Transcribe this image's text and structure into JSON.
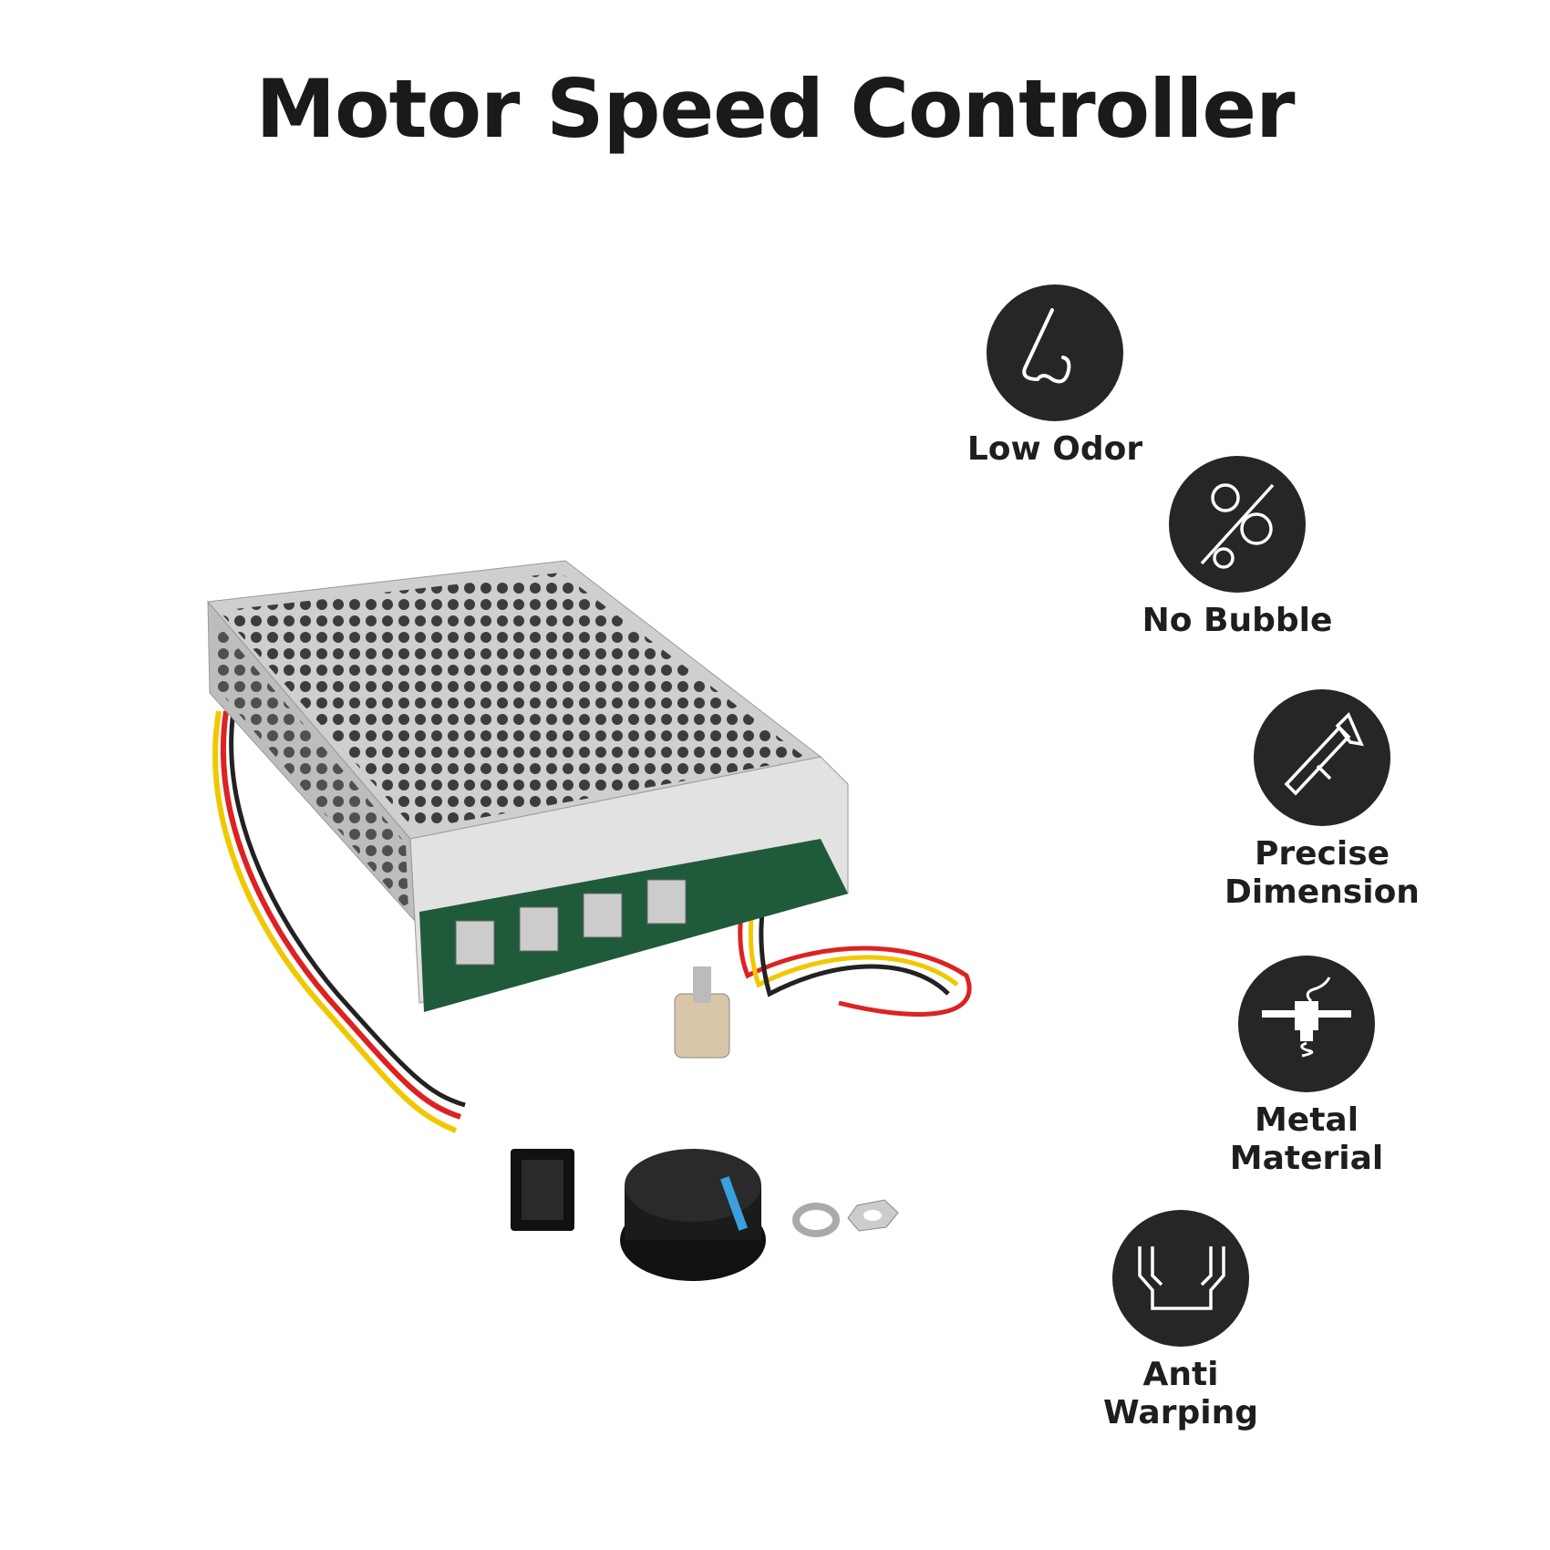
{
  "title": "Motor Speed Controller",
  "features": [
    {
      "icon": "nose-icon",
      "label": "Low Odor"
    },
    {
      "icon": "bubbles-icon",
      "label": "No Bubble"
    },
    {
      "icon": "caliper-icon",
      "label": "Precise Dimension"
    },
    {
      "icon": "extruder-icon",
      "label": "Metal Material"
    },
    {
      "icon": "anti-warping-icon",
      "label": "Anti Warping"
    }
  ],
  "product": {
    "image": "motor-speed-controller-photo",
    "colors": {
      "case": "#c9c9c9",
      "board": "#1f5a3a",
      "wire_red": "#d22",
      "wire_yellow": "#f0c800",
      "knob": "#111111",
      "knob_mark": "#3aa0e0"
    }
  }
}
